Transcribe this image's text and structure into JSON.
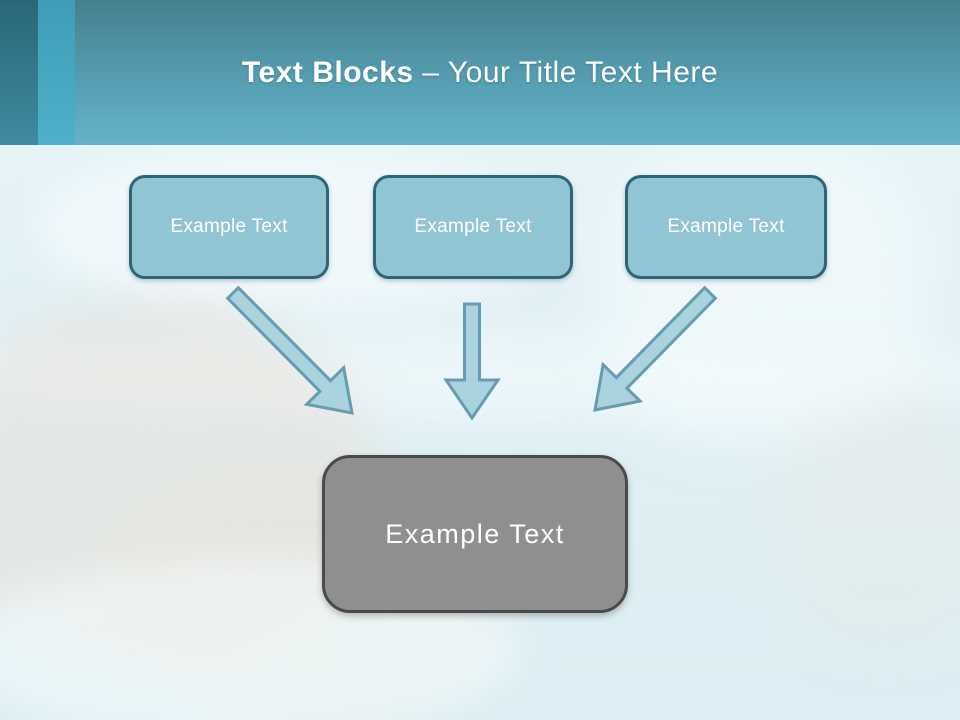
{
  "slide": {
    "title": {
      "bold": "Text Blocks",
      "regular": " – Your Title Text Here"
    },
    "source_blocks": [
      {
        "label": "Example Text"
      },
      {
        "label": "Example Text"
      },
      {
        "label": "Example Text"
      }
    ],
    "target_block": {
      "label": "Example Text"
    },
    "arrows": [
      {
        "name": "arrow-down-right"
      },
      {
        "name": "arrow-down"
      },
      {
        "name": "arrow-down-left"
      }
    ],
    "colors": {
      "header_gradient_top": "#46808f",
      "header_gradient_bottom": "#65b3c9",
      "left_strip_dark": "#2a6678",
      "left_strip_light": "#4fb0c9",
      "block_fill": "#92c5d3",
      "block_border": "#2f6577",
      "target_fill": "#8f8f8f",
      "target_border": "#4a4a4a",
      "arrow_fill": "#a9d3de",
      "arrow_border": "#679cb0",
      "body_background": "#e2f1f6",
      "title_color": "#ffffff"
    }
  }
}
